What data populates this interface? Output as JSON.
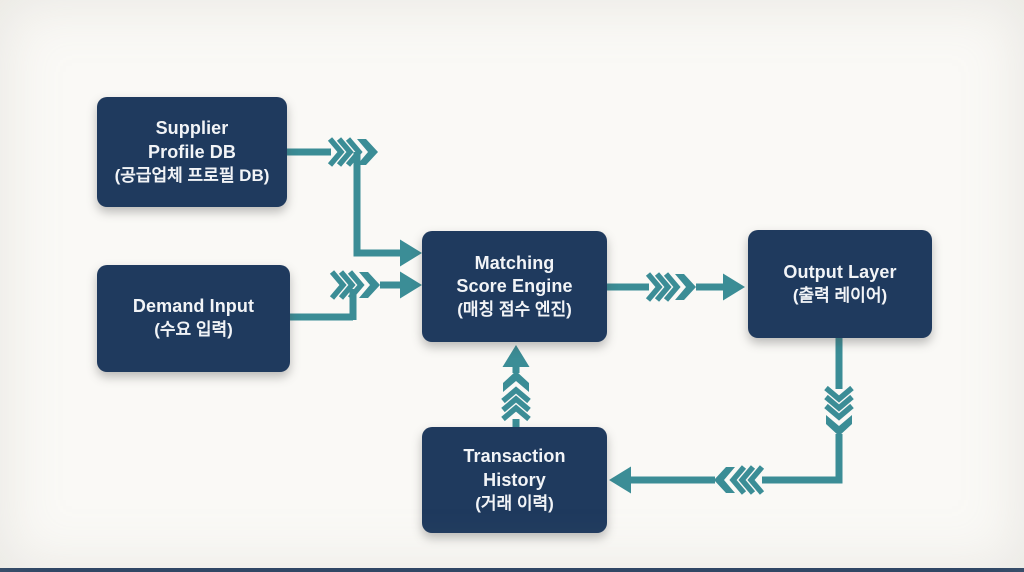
{
  "palette": {
    "background": "#faf9f6",
    "node_fill": "#1f3a5e",
    "node_text": "#f2f4f7",
    "arrow": "#3b8d96",
    "footer_bar": "#1f3a5e"
  },
  "diagram": {
    "type": "flowchart",
    "nodes": [
      {
        "id": "supplier-profile-db",
        "title": "Supplier\nProfile DB",
        "subtitle": "(공급업체 프로필 DB)"
      },
      {
        "id": "demand-input",
        "title": "Demand Input",
        "subtitle": "(수요 입력)"
      },
      {
        "id": "matching-score-engine",
        "title": "Matching\nScore Engine",
        "subtitle": "(매칭 점수 엔진)"
      },
      {
        "id": "output-layer",
        "title": "Output Layer",
        "subtitle": "(출력 레이어)"
      },
      {
        "id": "transaction-history",
        "title": "Transaction\nHistory",
        "subtitle": "(거래 이력)"
      }
    ],
    "edges": [
      {
        "from": "supplier-profile-db",
        "to": "matching-score-engine",
        "style": "elbow-right-down-right"
      },
      {
        "from": "demand-input",
        "to": "matching-score-engine",
        "style": "elbow-right-up-right"
      },
      {
        "from": "matching-score-engine",
        "to": "output-layer",
        "style": "straight-right"
      },
      {
        "from": "output-layer",
        "to": "transaction-history",
        "style": "elbow-down-left"
      },
      {
        "from": "transaction-history",
        "to": "matching-score-engine",
        "style": "straight-up"
      }
    ]
  }
}
